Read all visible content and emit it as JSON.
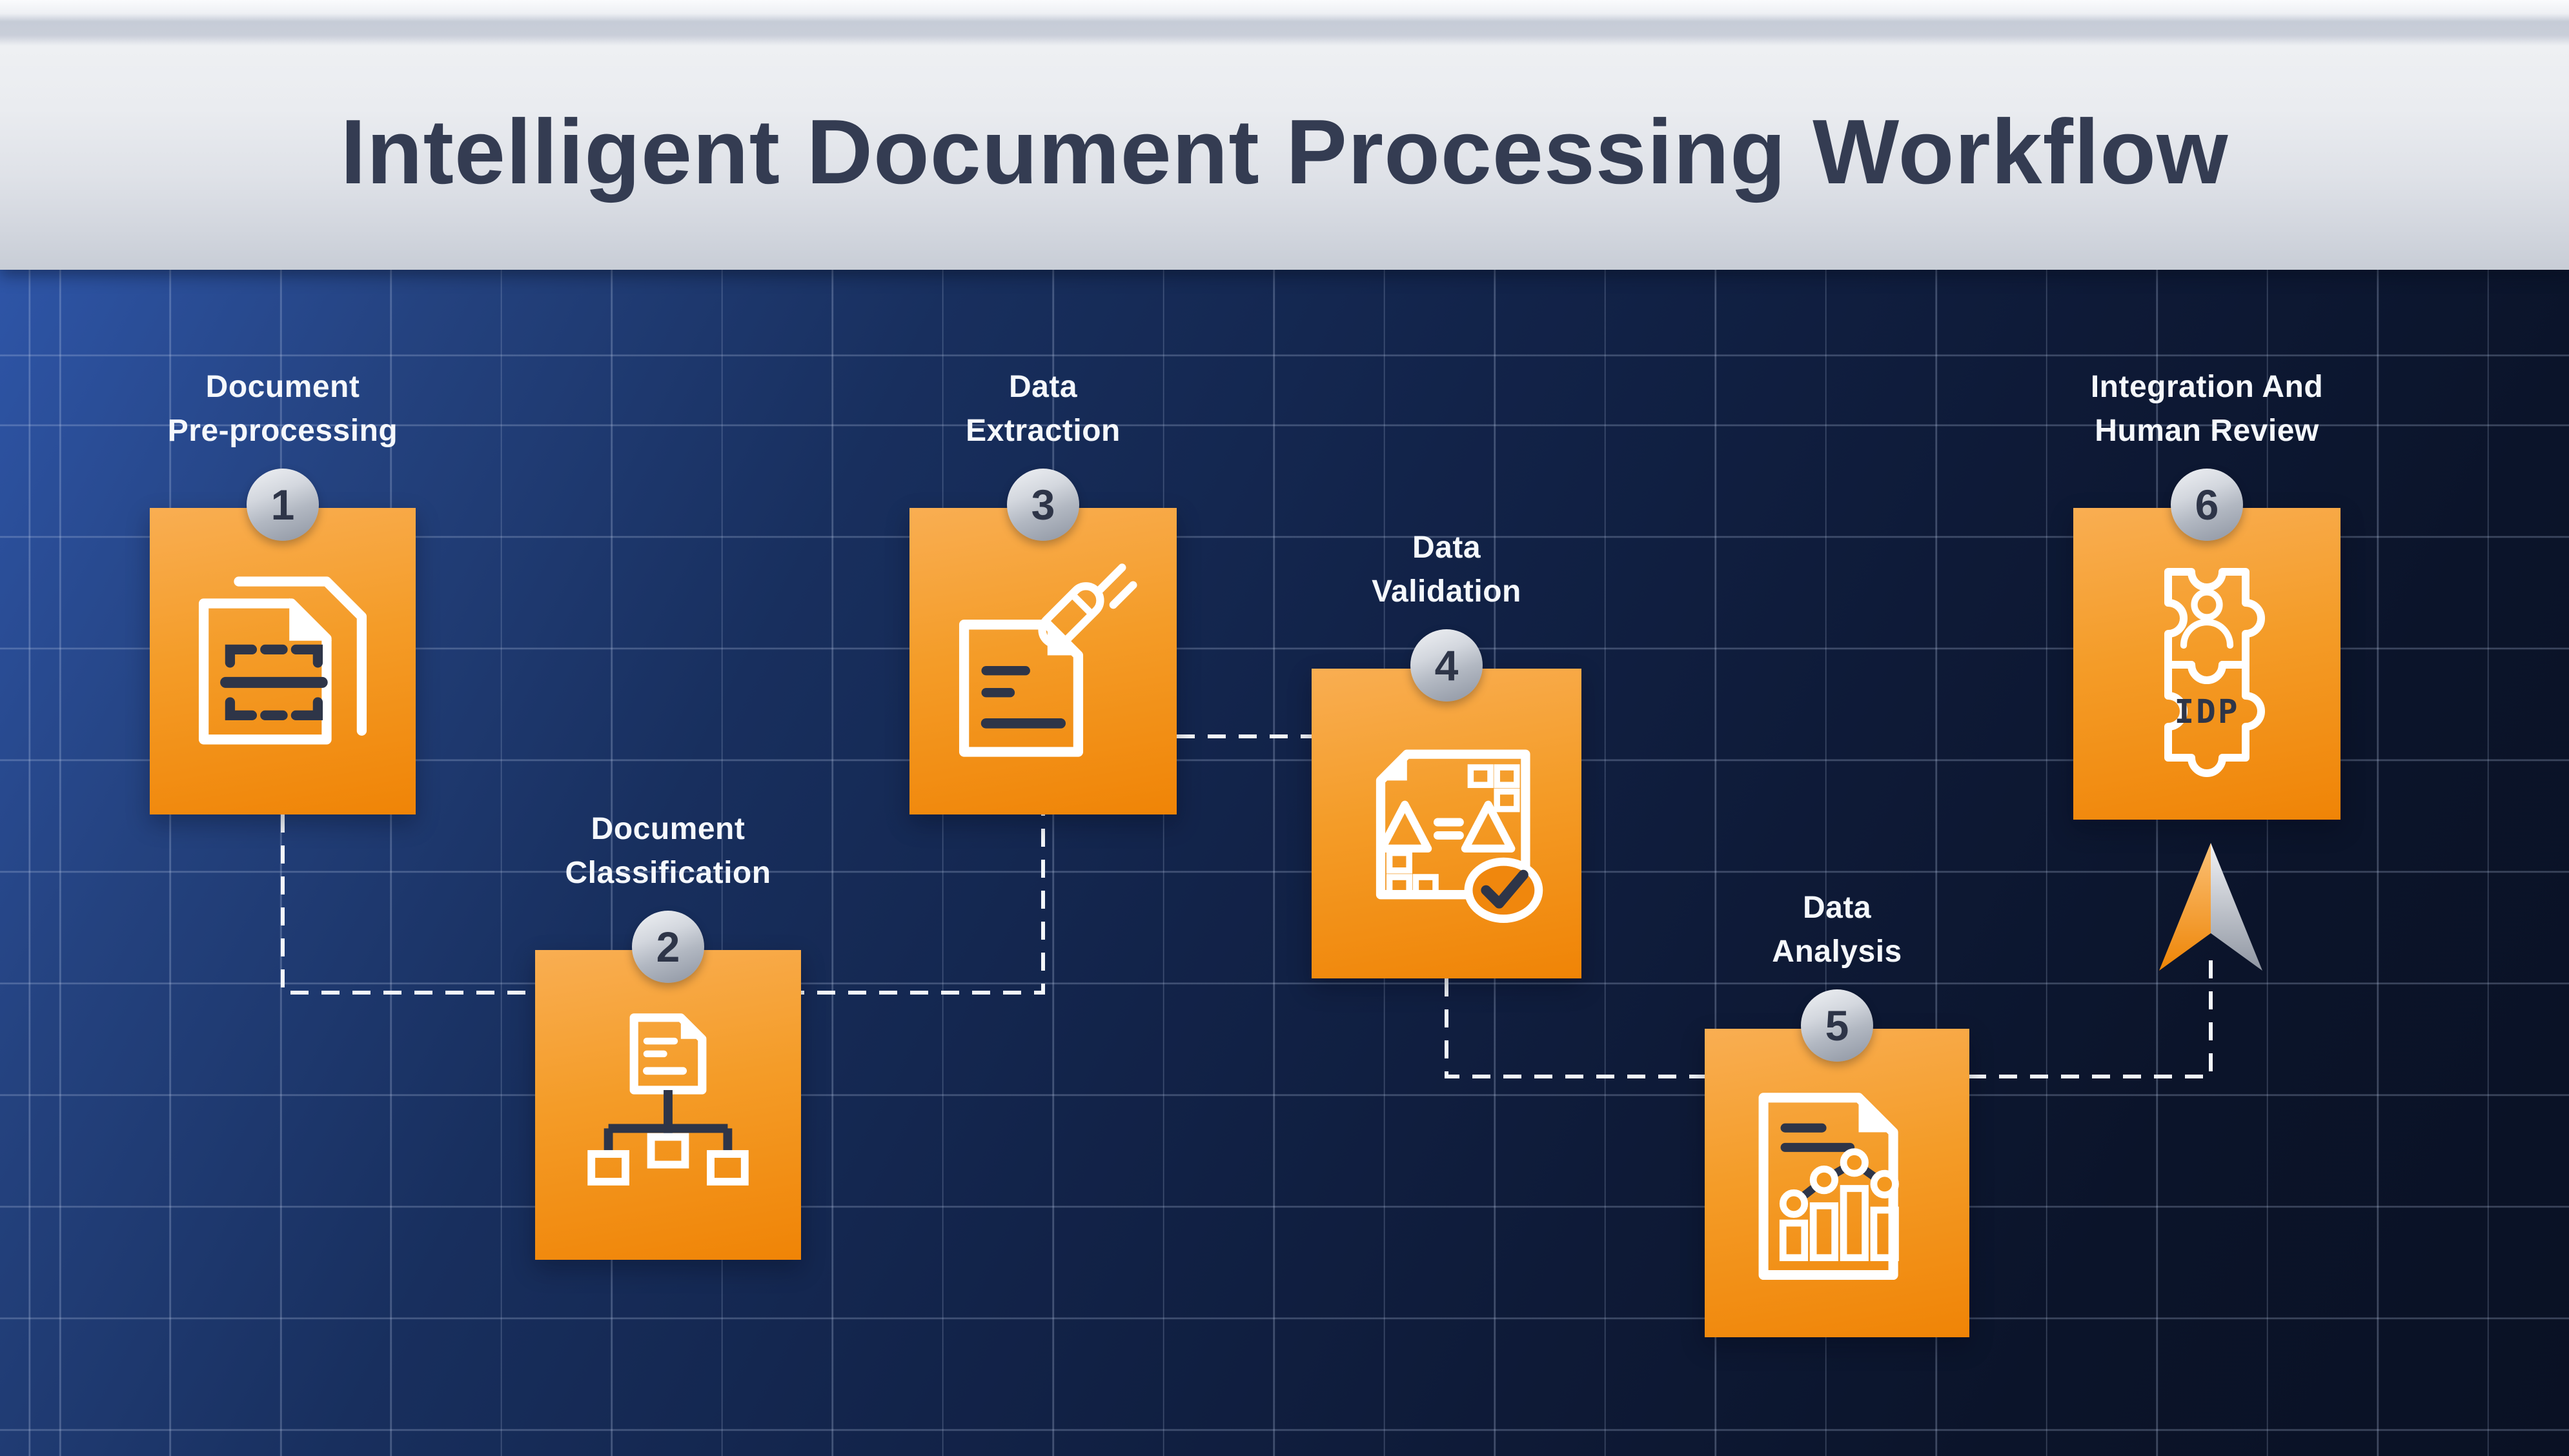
{
  "header": {
    "title": "Intelligent Document Processing Workflow"
  },
  "steps": [
    {
      "number": "1",
      "label_line1": "Document",
      "label_line2": "Pre-processing",
      "icon": "scan-document-icon"
    },
    {
      "number": "2",
      "label_line1": "Document",
      "label_line2": "Classification",
      "icon": "classification-tree-icon"
    },
    {
      "number": "3",
      "label_line1": "Data",
      "label_line2": "Extraction",
      "icon": "data-extraction-icon"
    },
    {
      "number": "4",
      "label_line1": "Data",
      "label_line2": "Validation",
      "icon": "data-validation-icon"
    },
    {
      "number": "5",
      "label_line1": "Data",
      "label_line2": "Analysis",
      "icon": "data-analysis-icon"
    },
    {
      "number": "6",
      "label_line1": "Integration And",
      "label_line2": "Human Review",
      "icon": "puzzle-idp-icon",
      "icon_text": "IDP"
    }
  ],
  "flow": {
    "sequence": "1 > 2 > 3 > 4 > 5 > 6",
    "connector_style": "dashed"
  },
  "colors": {
    "accent_orange": "#f08406",
    "orange_light": "#f9ae52",
    "background_blue": "#2e55a7",
    "background_dark": "#0a1124",
    "header_silver": "#dfe2e9",
    "badge_silver": "#b2b8c2",
    "icon_dark": "#2e3548",
    "connector_white": "#f4f7fb",
    "title_text": "#343c52"
  }
}
